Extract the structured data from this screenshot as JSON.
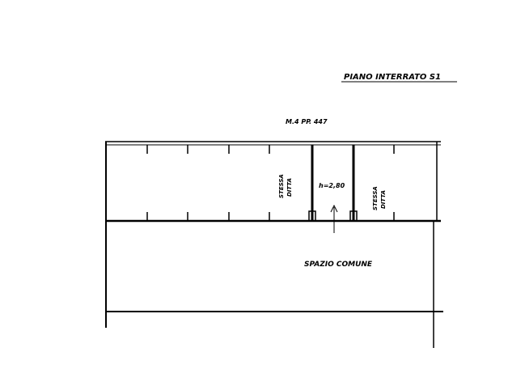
{
  "title": "PIANO INTERRATO S1",
  "parcel_label": "M.4 PP. 447",
  "rooms": [
    {
      "label_line1": "STESSA",
      "label_line2": "DITTA"
    },
    {
      "label": "h=2,80"
    },
    {
      "label_line1": "STESSA",
      "label_line2": "DITTA"
    }
  ],
  "common_area": "SPAZIO COMUNE",
  "colors": {
    "ink": "#000000",
    "paper": "#ffffff"
  }
}
